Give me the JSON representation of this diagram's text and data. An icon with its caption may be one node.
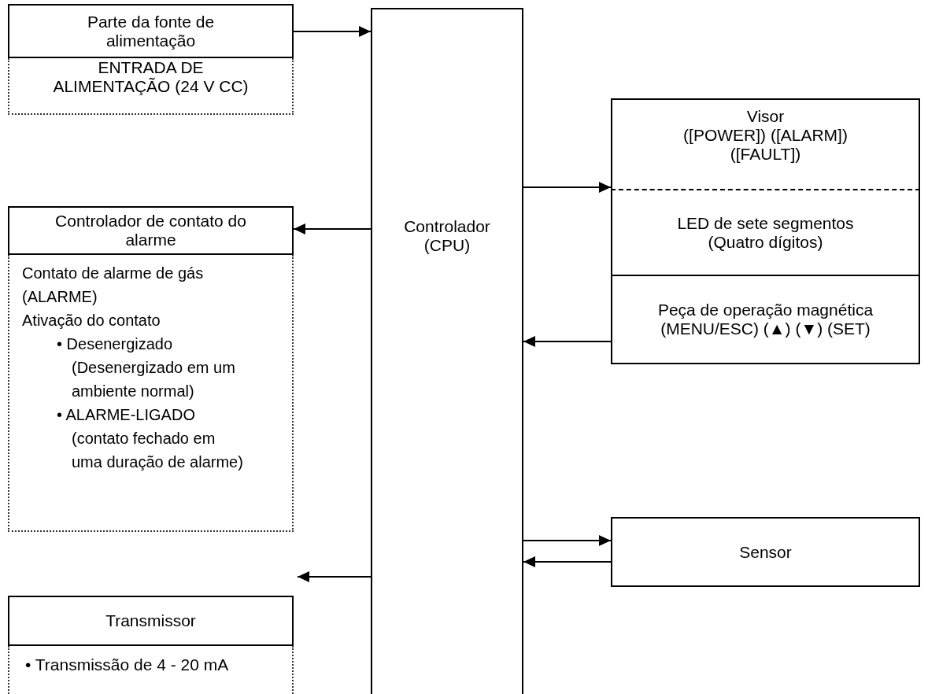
{
  "diagram": {
    "nodes": [
      {
        "text": [
          "Parte da fonte de alimentação"
        ]
      },
      {
        "text": [
          "ENTRADA DE ALIMENTAÇÃO (24 V CC)"
        ]
      },
      {
        "text": [
          "Controlador (CPU)"
        ]
      },
      {
        "text": [
          "Controlador de contato do alarme"
        ]
      },
      {
        "text": [
          "Contato de alarme de gás (ALARME)",
          "Ativação do contato",
          "• Desenergizado (Desenergizado em um ambiente normal)",
          "• ALARME-LIGADO (contato fechado em uma duração de alarme)"
        ]
      },
      {
        "text": [
          "Transmissor"
        ]
      },
      {
        "text": [
          "• Transmissão de 4 - 20 mA"
        ]
      },
      {
        "text": [
          "Visor",
          "([POWER]) ([ALARM]) ([FAULT])"
        ]
      },
      {
        "text": [
          "LED de sete segmentos",
          "(Quatro dígitos)"
        ]
      },
      {
        "text": [
          "Peça de operação magnética",
          "(MENU/ESC) (▲) (▼) (SET)"
        ]
      },
      {
        "text": [
          "Sensor"
        ]
      }
    ],
    "edges": [
      {
        "from": 0,
        "to": 2,
        "arrow": "to"
      },
      {
        "from": 2,
        "to": 3,
        "arrow": "to"
      },
      {
        "from": 2,
        "to": 5,
        "arrow": "to"
      },
      {
        "from": 2,
        "to": 7,
        "arrow": "to"
      },
      {
        "from": 9,
        "to": 2,
        "arrow": "to"
      },
      {
        "from": 2,
        "to": 10,
        "arrow": "to"
      },
      {
        "from": 10,
        "to": 2,
        "arrow": "to"
      }
    ]
  }
}
